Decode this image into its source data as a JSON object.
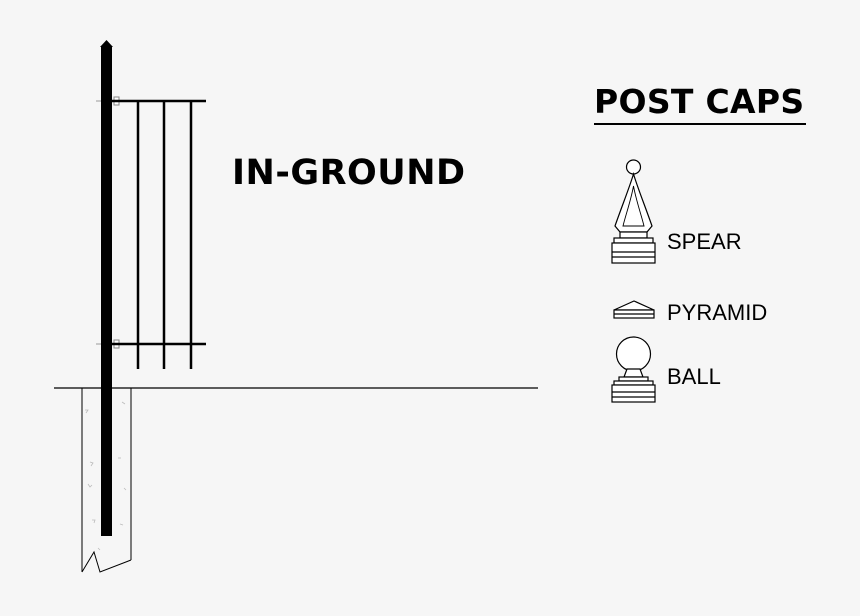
{
  "diagram": {
    "install_type": "IN-GROUND",
    "post_caps": {
      "title": "POST CAPS",
      "items": [
        {
          "label": "SPEAR",
          "icon": "spear-cap-icon"
        },
        {
          "label": "PYRAMID",
          "icon": "pyramid-cap-icon"
        },
        {
          "label": "BALL",
          "icon": "ball-cap-icon"
        }
      ]
    }
  }
}
